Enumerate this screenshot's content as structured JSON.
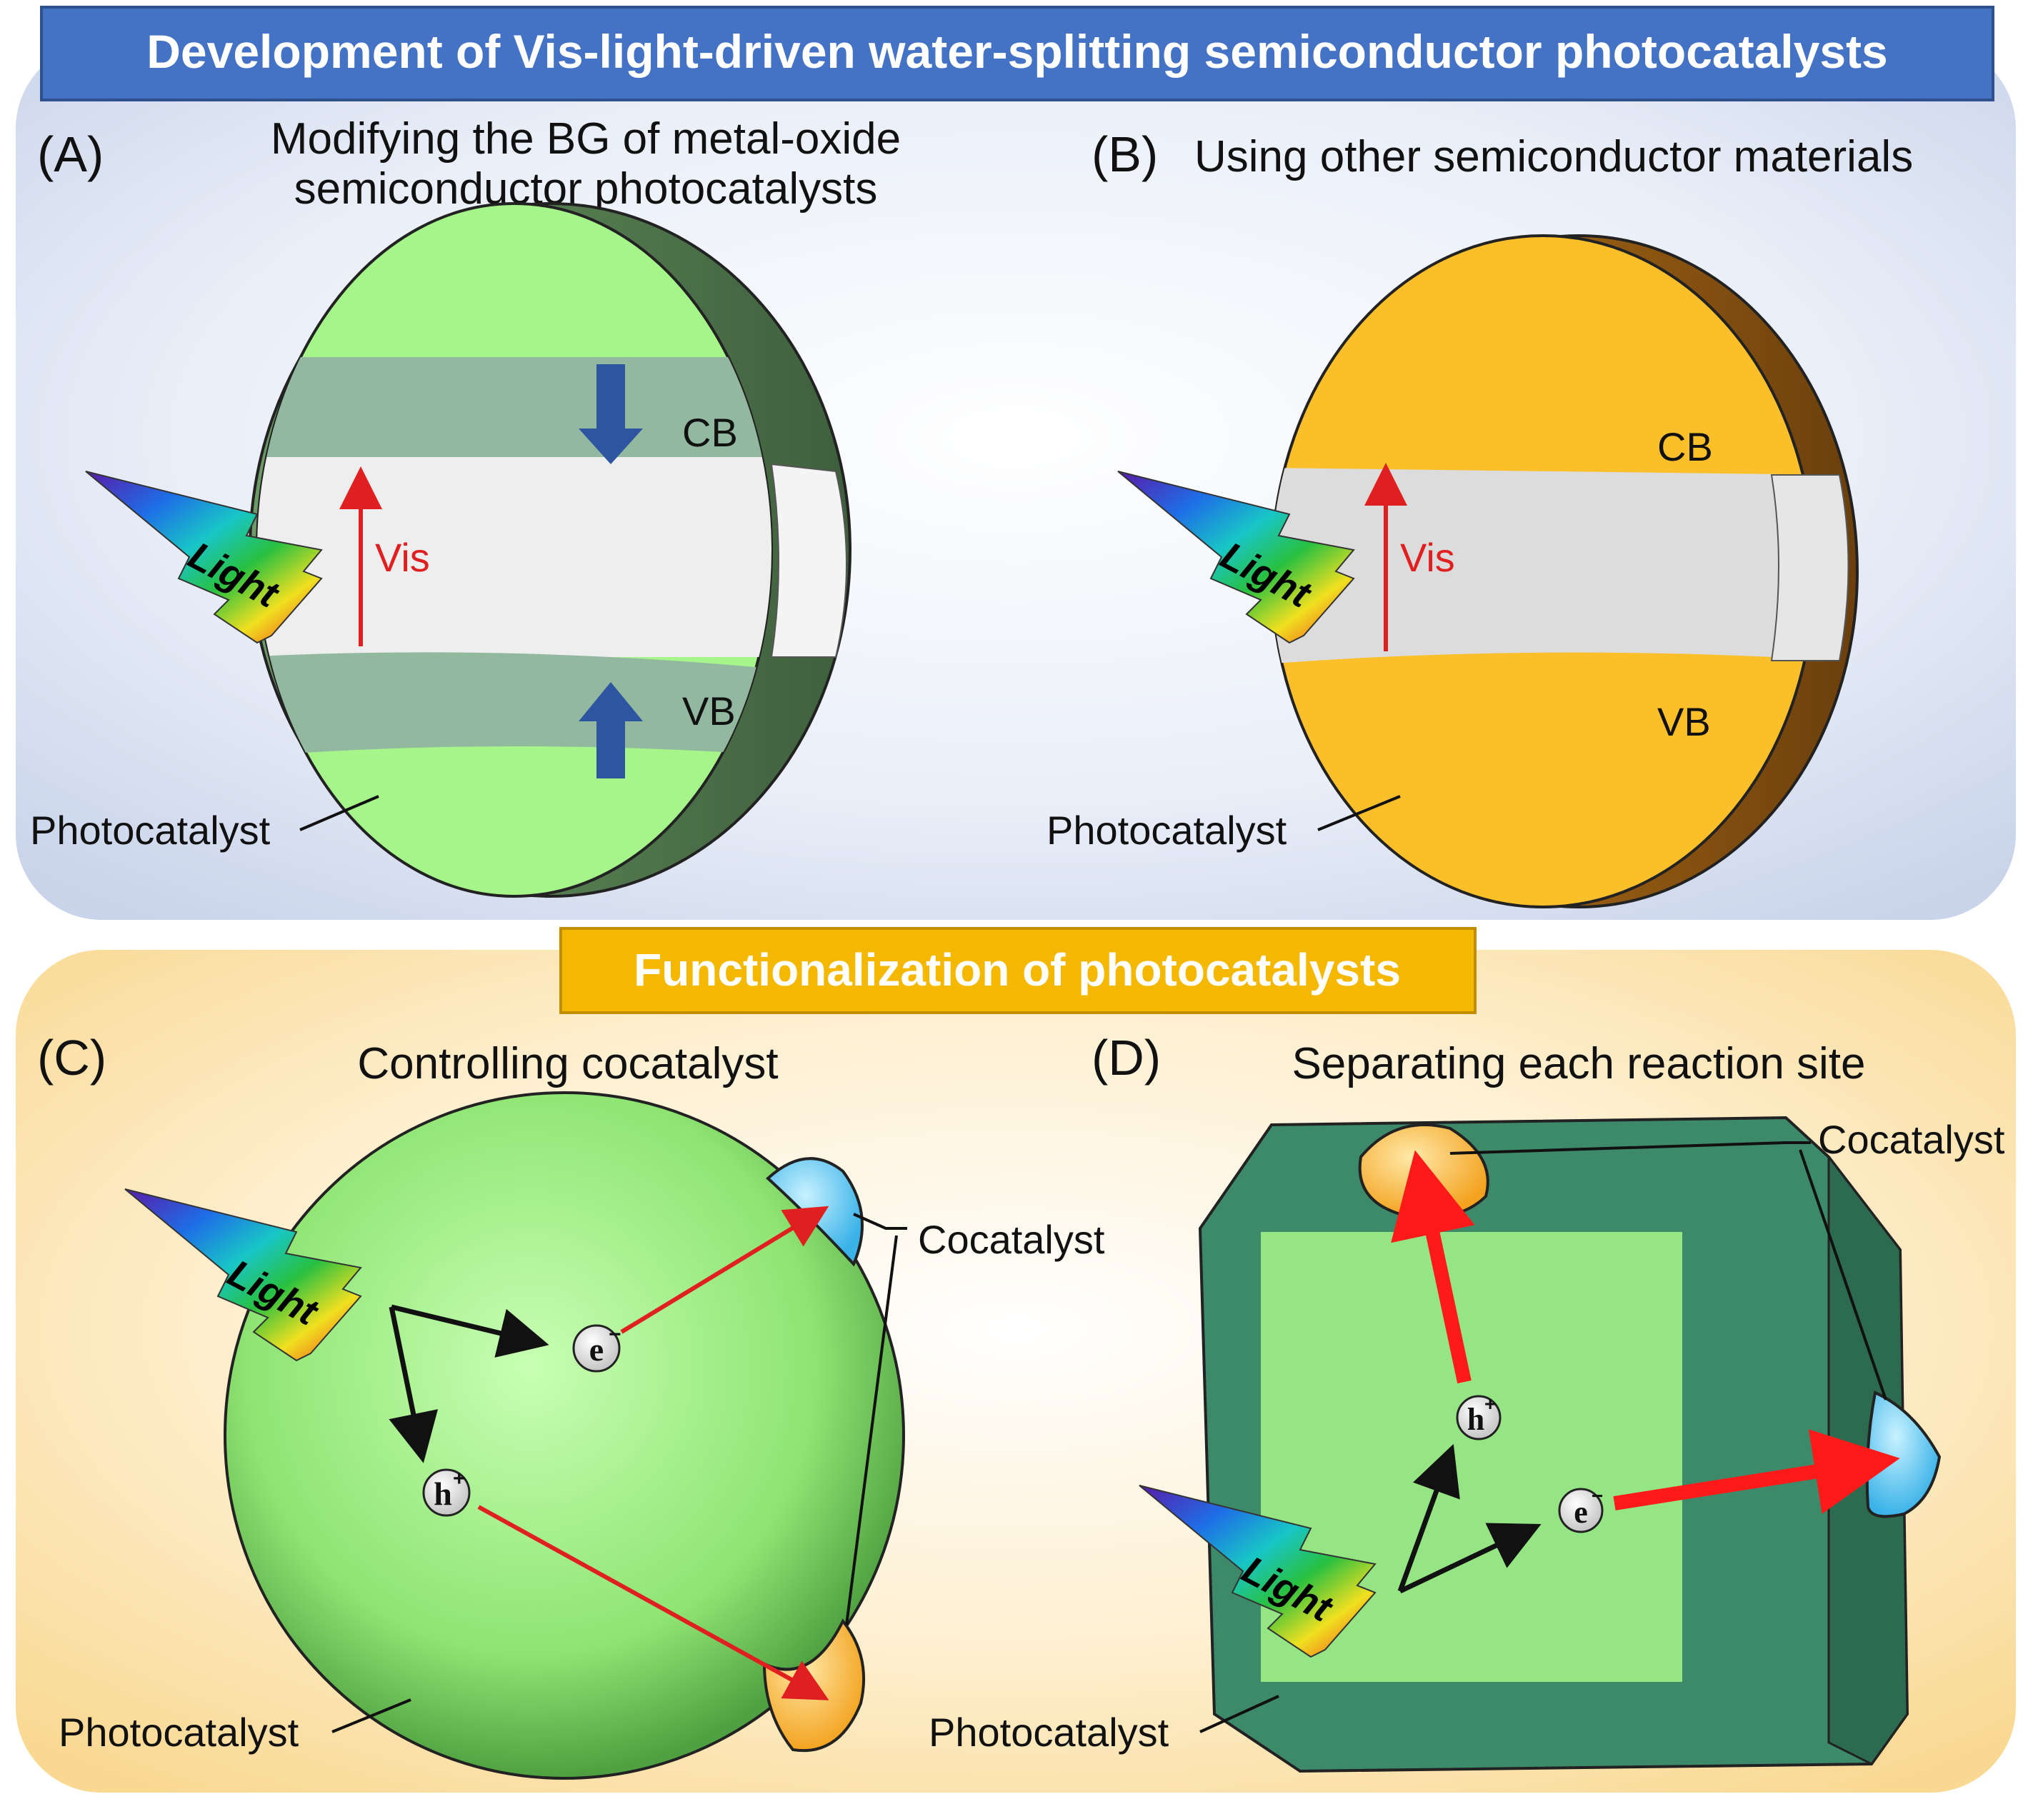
{
  "top_section": {
    "header": "Development of Vis-light-driven water-splitting semiconductor photocatalysts",
    "panel_a": {
      "label": "(A)",
      "title_line1": "Modifying the BG of metal-oxide",
      "title_line2": "semiconductor photocatalysts",
      "cb": "CB",
      "vb": "VB",
      "vis": "Vis",
      "light": "Light",
      "photocatalyst": "Photocatalyst"
    },
    "panel_b": {
      "label": "(B)",
      "title": "Using other semiconductor materials",
      "cb": "CB",
      "vb": "VB",
      "vis": "Vis",
      "light": "Light",
      "photocatalyst": "Photocatalyst"
    }
  },
  "bottom_section": {
    "header": "Functionalization of photocatalysts",
    "panel_c": {
      "label": "(C)",
      "title": "Controlling cocatalyst",
      "light": "Light",
      "electron": "e",
      "hole": "h",
      "cocatalyst": "Cocatalyst",
      "photocatalyst": "Photocatalyst"
    },
    "panel_d": {
      "label": "(D)",
      "title": "Separating each reaction site",
      "light": "Light",
      "electron": "e",
      "hole": "h",
      "cocatalyst": "Cocatalyst",
      "photocatalyst": "Photocatalyst"
    }
  },
  "colors": {
    "top_header_fill": "#4472c4",
    "bottom_header_fill": "#f5b800",
    "top_bg": "#dfe6f4",
    "bottom_bg": "#fde6b0",
    "photocatalyst_green": "#a6f58a",
    "band_grey": "#93b8a0",
    "orange": "#fbbf2a",
    "cube_green": "#3d8a6a",
    "red_arrow": "#e02020",
    "blue_arrow": "#2e56a0",
    "cocatalyst_blue": "#5cc9f0",
    "cocatalyst_orange": "#fbbf4a"
  }
}
